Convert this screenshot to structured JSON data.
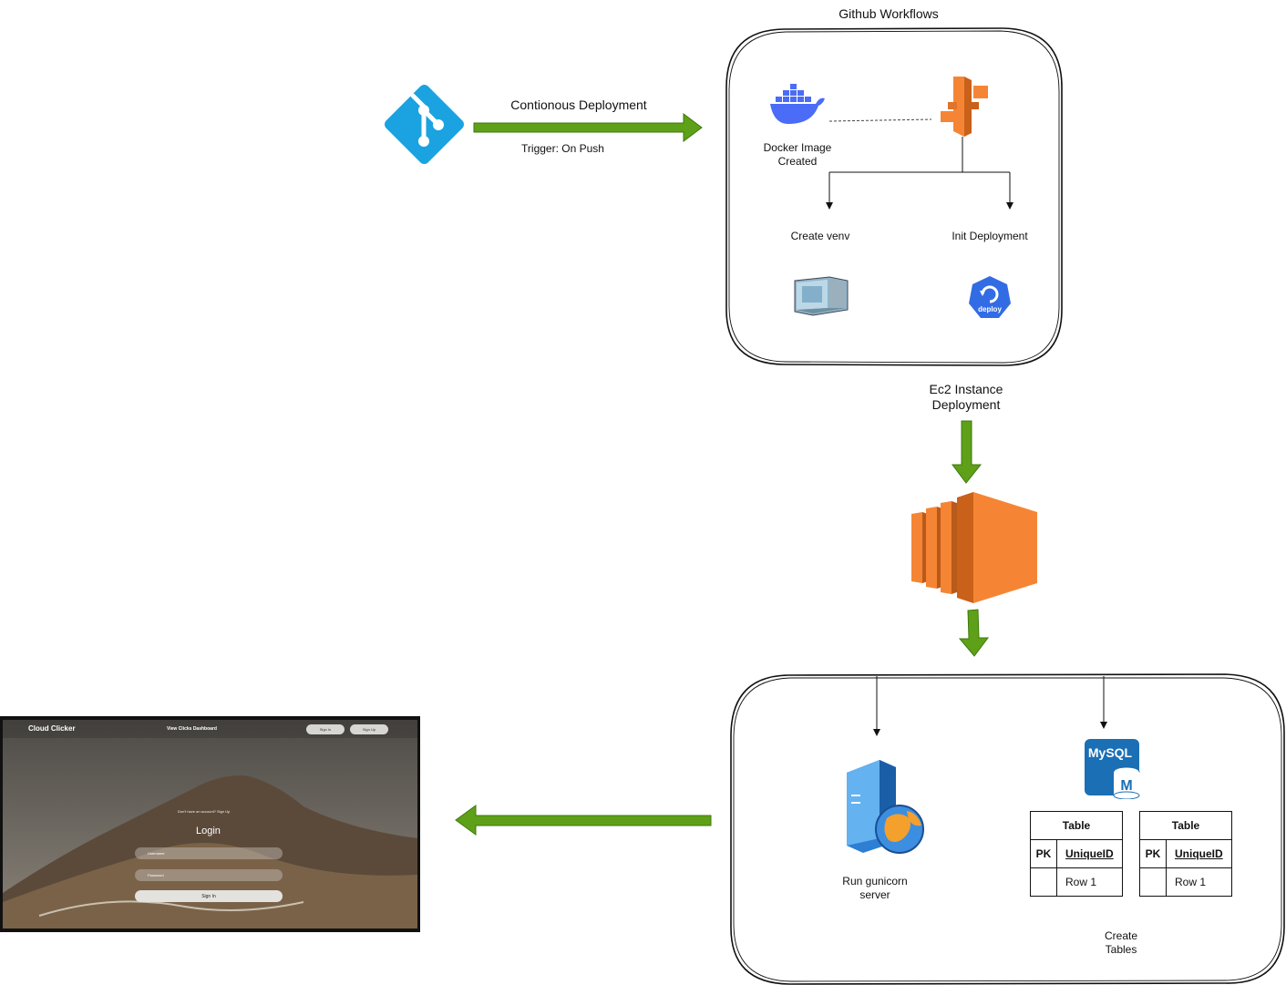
{
  "labels": {
    "github_workflows": "Github Workflows",
    "continuous_deployment": "Contionous Deployment",
    "trigger": "Trigger: On Push",
    "docker_image": "Docker Image Created",
    "create_venv": "Create venv",
    "init_deployment": "Init Deployment",
    "deploy_badge": "deploy",
    "ec2_deployment": "Ec2 Instance Deployment",
    "run_gunicorn": "Run gunicorn server",
    "mysql": "MySQL",
    "mysql_m": "M",
    "create_tables": "Create Tables"
  },
  "tables": [
    {
      "title": "Table",
      "pk": "PK",
      "key_field": "UniqueID",
      "row": "Row 1"
    },
    {
      "title": "Table",
      "pk": "PK",
      "key_field": "UniqueID",
      "row": "Row 1"
    }
  ],
  "screenshot": {
    "brand": "Cloud Clicker",
    "nav_link": "View Clicks Dashboard",
    "sign_in_pill": "Sign In",
    "sign_up_pill": "Sign Up",
    "prompt": "Don't have an account? Sign Up",
    "login_title": "Login",
    "username_placeholder": "Username",
    "password_placeholder": "Password",
    "signin_button": "Sign In"
  },
  "colors": {
    "arrow_green": "#5ea018",
    "git_blue": "#1aa3e0",
    "docker_blue": "#4a6cf7",
    "aws_orange": "#f58534",
    "mysql_blue": "#1a6fb5"
  }
}
